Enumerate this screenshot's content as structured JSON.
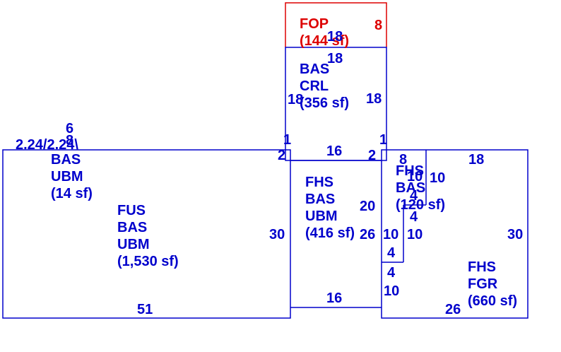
{
  "colors": {
    "line": "#0000cc",
    "text": "#0000cc",
    "porch": "#dd0000"
  },
  "areas": {
    "fop": {
      "lines": [
        "FOP",
        "(144 sf)"
      ]
    },
    "crl": {
      "lines": [
        "BAS",
        "CRL",
        "(356 sf)"
      ]
    },
    "ubm14": {
      "lines": [
        "BAS",
        "UBM",
        "(14 sf)"
      ]
    },
    "fus": {
      "lines": [
        "FUS",
        "BAS",
        "UBM",
        "(1,530 sf)"
      ]
    },
    "fhs416": {
      "lines": [
        "FHS",
        "BAS",
        "UBM",
        "(416 sf)"
      ]
    },
    "fhs120": {
      "lines": [
        "FHS",
        "BAS",
        "(120 sf)"
      ]
    },
    "fgr": {
      "lines": [
        "FHS",
        "FGR",
        "(660 sf)"
      ]
    }
  },
  "dimensions": {
    "fop_right": "8",
    "fop_inner": "18",
    "crl_top": "18",
    "crl_left": "18",
    "crl_right": "18",
    "crl_step_left": "1",
    "crl_step_right": "1",
    "crl_jog_left": "2",
    "crl_jog_right": "2",
    "crl_bottom": "16",
    "bump_top": "6",
    "bump_mid": "8",
    "bump_diag": "2.24/2.24\\",
    "fus_right": "30",
    "fus_bottom": "51",
    "fhs416_right": "20",
    "fhs416_bottom": "16",
    "fhs416_inner": "26",
    "fhs120_top": "8",
    "fhs120_inner_a": "10",
    "fhs120_inner_b": "10",
    "fhs120_inner_c": "4",
    "fhs120_inner_d": "4",
    "fhs120_left": "10",
    "fhs120_mid": "10",
    "fhs120_low": "4",
    "fgr_top": "18",
    "fgr_right": "30",
    "fgr_left_low": "4",
    "fgr_left_bottom": "10",
    "fgr_bottom": "26"
  }
}
